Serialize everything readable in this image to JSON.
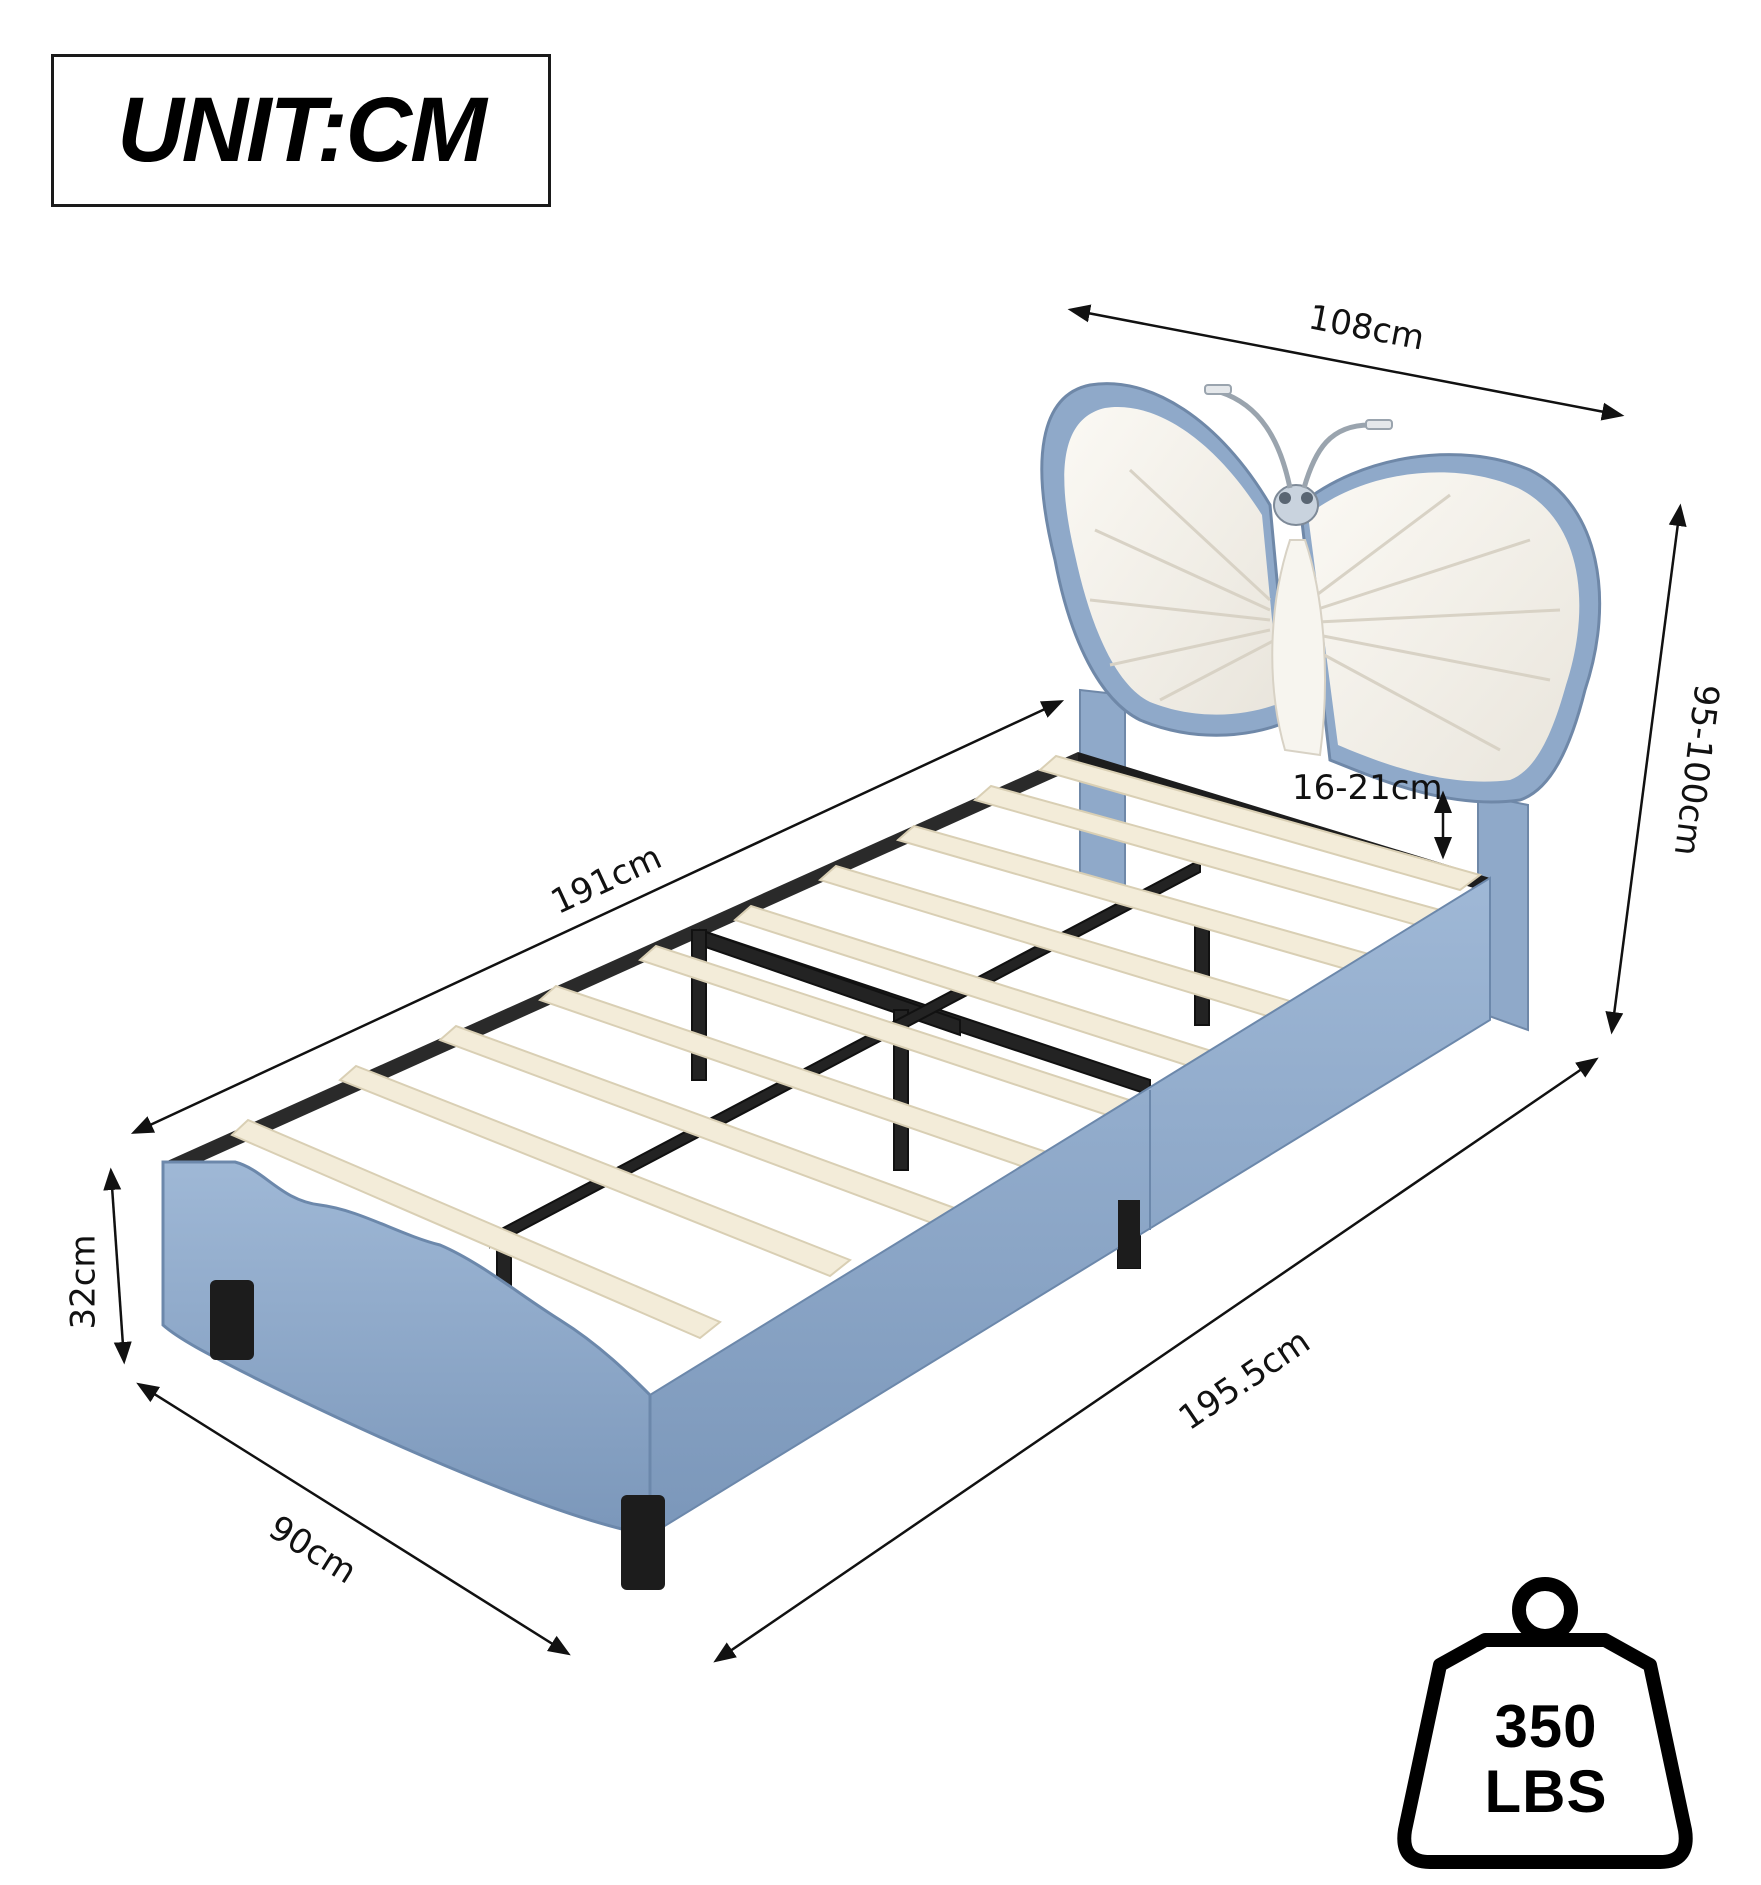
{
  "unit_label": "UNIT:CM",
  "dimensions": {
    "headboard_width": "108cm",
    "total_length": "191cm",
    "headboard_height": "95-100cm",
    "slat_clearance": "16-21cm",
    "frame_height": "32cm",
    "side_length": "195.5cm",
    "frame_width": "90cm"
  },
  "weight_capacity": {
    "value": "350",
    "unit": "LBS"
  },
  "colors": {
    "frame": "#8fa9c9",
    "headboard_panel": "#f4f1ea",
    "slats": "#f3ecd9",
    "metal": "#222222",
    "legs": "#1c1c1c"
  }
}
